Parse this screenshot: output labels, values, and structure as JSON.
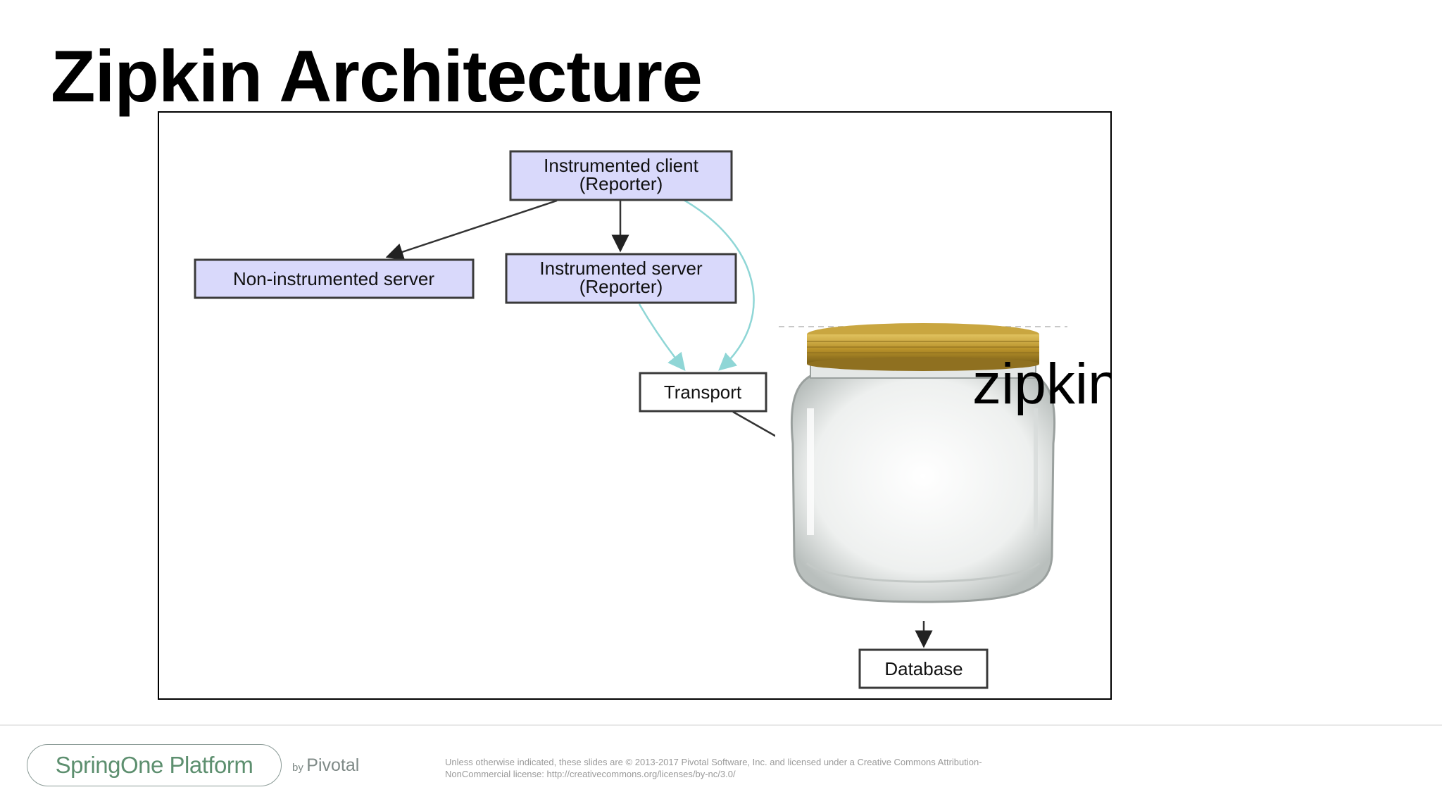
{
  "slide": {
    "title": "Zipkin Architecture"
  },
  "diagram": {
    "nodes": {
      "instrumented_client": [
        "Instrumented client",
        "(Reporter)"
      ],
      "non_instrumented_server": [
        "Non-instrumented server"
      ],
      "instrumented_server": [
        "Instrumented server",
        "(Reporter)"
      ],
      "transport": [
        "Transport"
      ],
      "database": [
        "Database"
      ]
    },
    "overlay_label": "zipkin.jar",
    "colors": {
      "reporter_fill": "#d9d9fb",
      "plain_fill": "#ffffff",
      "node_border": "#3a3a3a",
      "black_arrow": "#333333",
      "transport_arrow": "#8fd6d6"
    }
  },
  "footer": {
    "logo_text": "SpringOne Platform",
    "by": "by",
    "pivotal": "Pivotal",
    "license_line1": "Unless otherwise indicated, these slides are © 2013-2017 Pivotal Software, Inc. and licensed under a Creative Commons Attribution-",
    "license_line2": "NonCommercial license: http://creativecommons.org/licenses/by-nc/3.0/"
  }
}
